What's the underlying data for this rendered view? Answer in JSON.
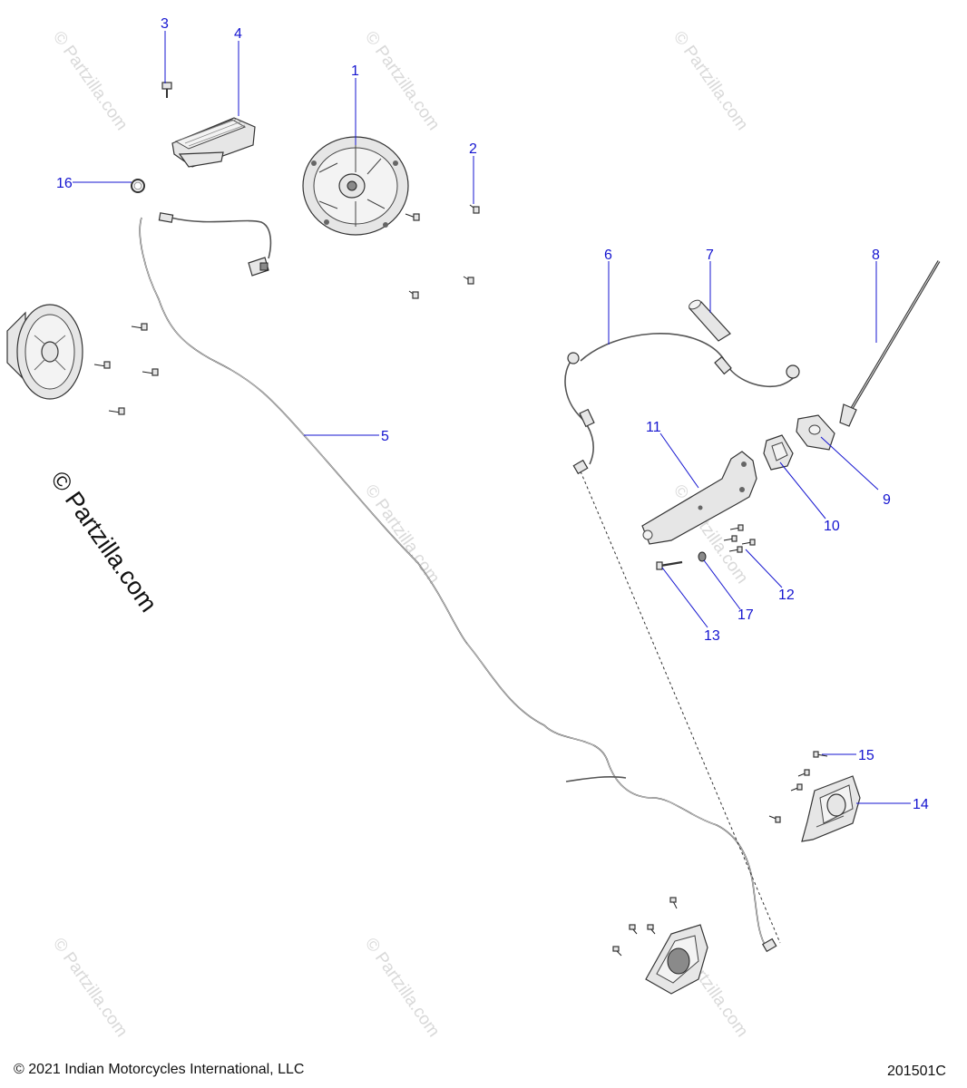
{
  "diagram": {
    "callouts": [
      "1",
      "2",
      "3",
      "4",
      "5",
      "6",
      "7",
      "8",
      "9",
      "10",
      "11",
      "12",
      "13",
      "14",
      "15",
      "16",
      "17"
    ]
  },
  "watermark": {
    "text": "© Partzilla.com"
  },
  "footer": {
    "copyright": "© 2021 Indian Motorcycles International, LLC",
    "diagram_code": "201501C"
  },
  "colors": {
    "callout": "#1515d0",
    "line_art": "#333333",
    "watermark": "#d9d9d9"
  }
}
